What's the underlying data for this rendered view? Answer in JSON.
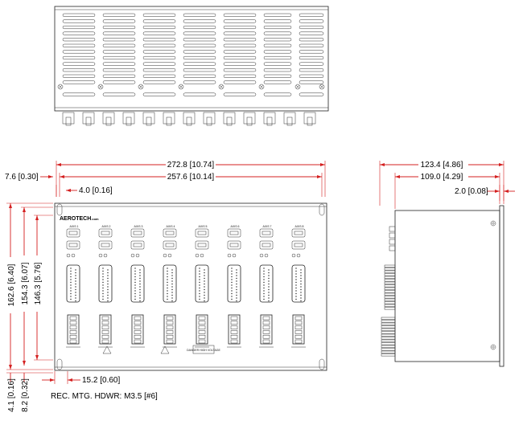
{
  "dimensions": {
    "overall_width": "272.8 [10.74]",
    "mounting_width": "257.6 [10.14]",
    "left_offset": "7.6 [0.30]",
    "hole_offset": "4.0 [0.16]",
    "overall_height": "162.6 [6.40]",
    "height_2": "154.3 [6.07]",
    "height_3": "146.3 [5.76]",
    "bottom_1": "4.1 [0.16]",
    "bottom_2": "8.2 [0.32]",
    "slot_width": "15.2 [0.60]",
    "side_depth": "123.4 [4.86]",
    "side_depth_2": "109.0 [4.29]",
    "side_flange": "2.0 [0.08]"
  },
  "note": "REC. MTG. HDWR: M3.5 [#6]",
  "brand": {
    "name": "AEROTECH",
    "suffix": ".com"
  },
  "axes": [
    "AXIS 1",
    "AXIS 2",
    "AXIS 3",
    "AXIS 4",
    "AXIS 5",
    "AXIS 6",
    "AXIS 7",
    "AXIS 8"
  ],
  "warning_label": "DANGER HIGH VOLTAGE",
  "colors": {
    "dimension": "#d42020",
    "drawing": "#222222"
  }
}
